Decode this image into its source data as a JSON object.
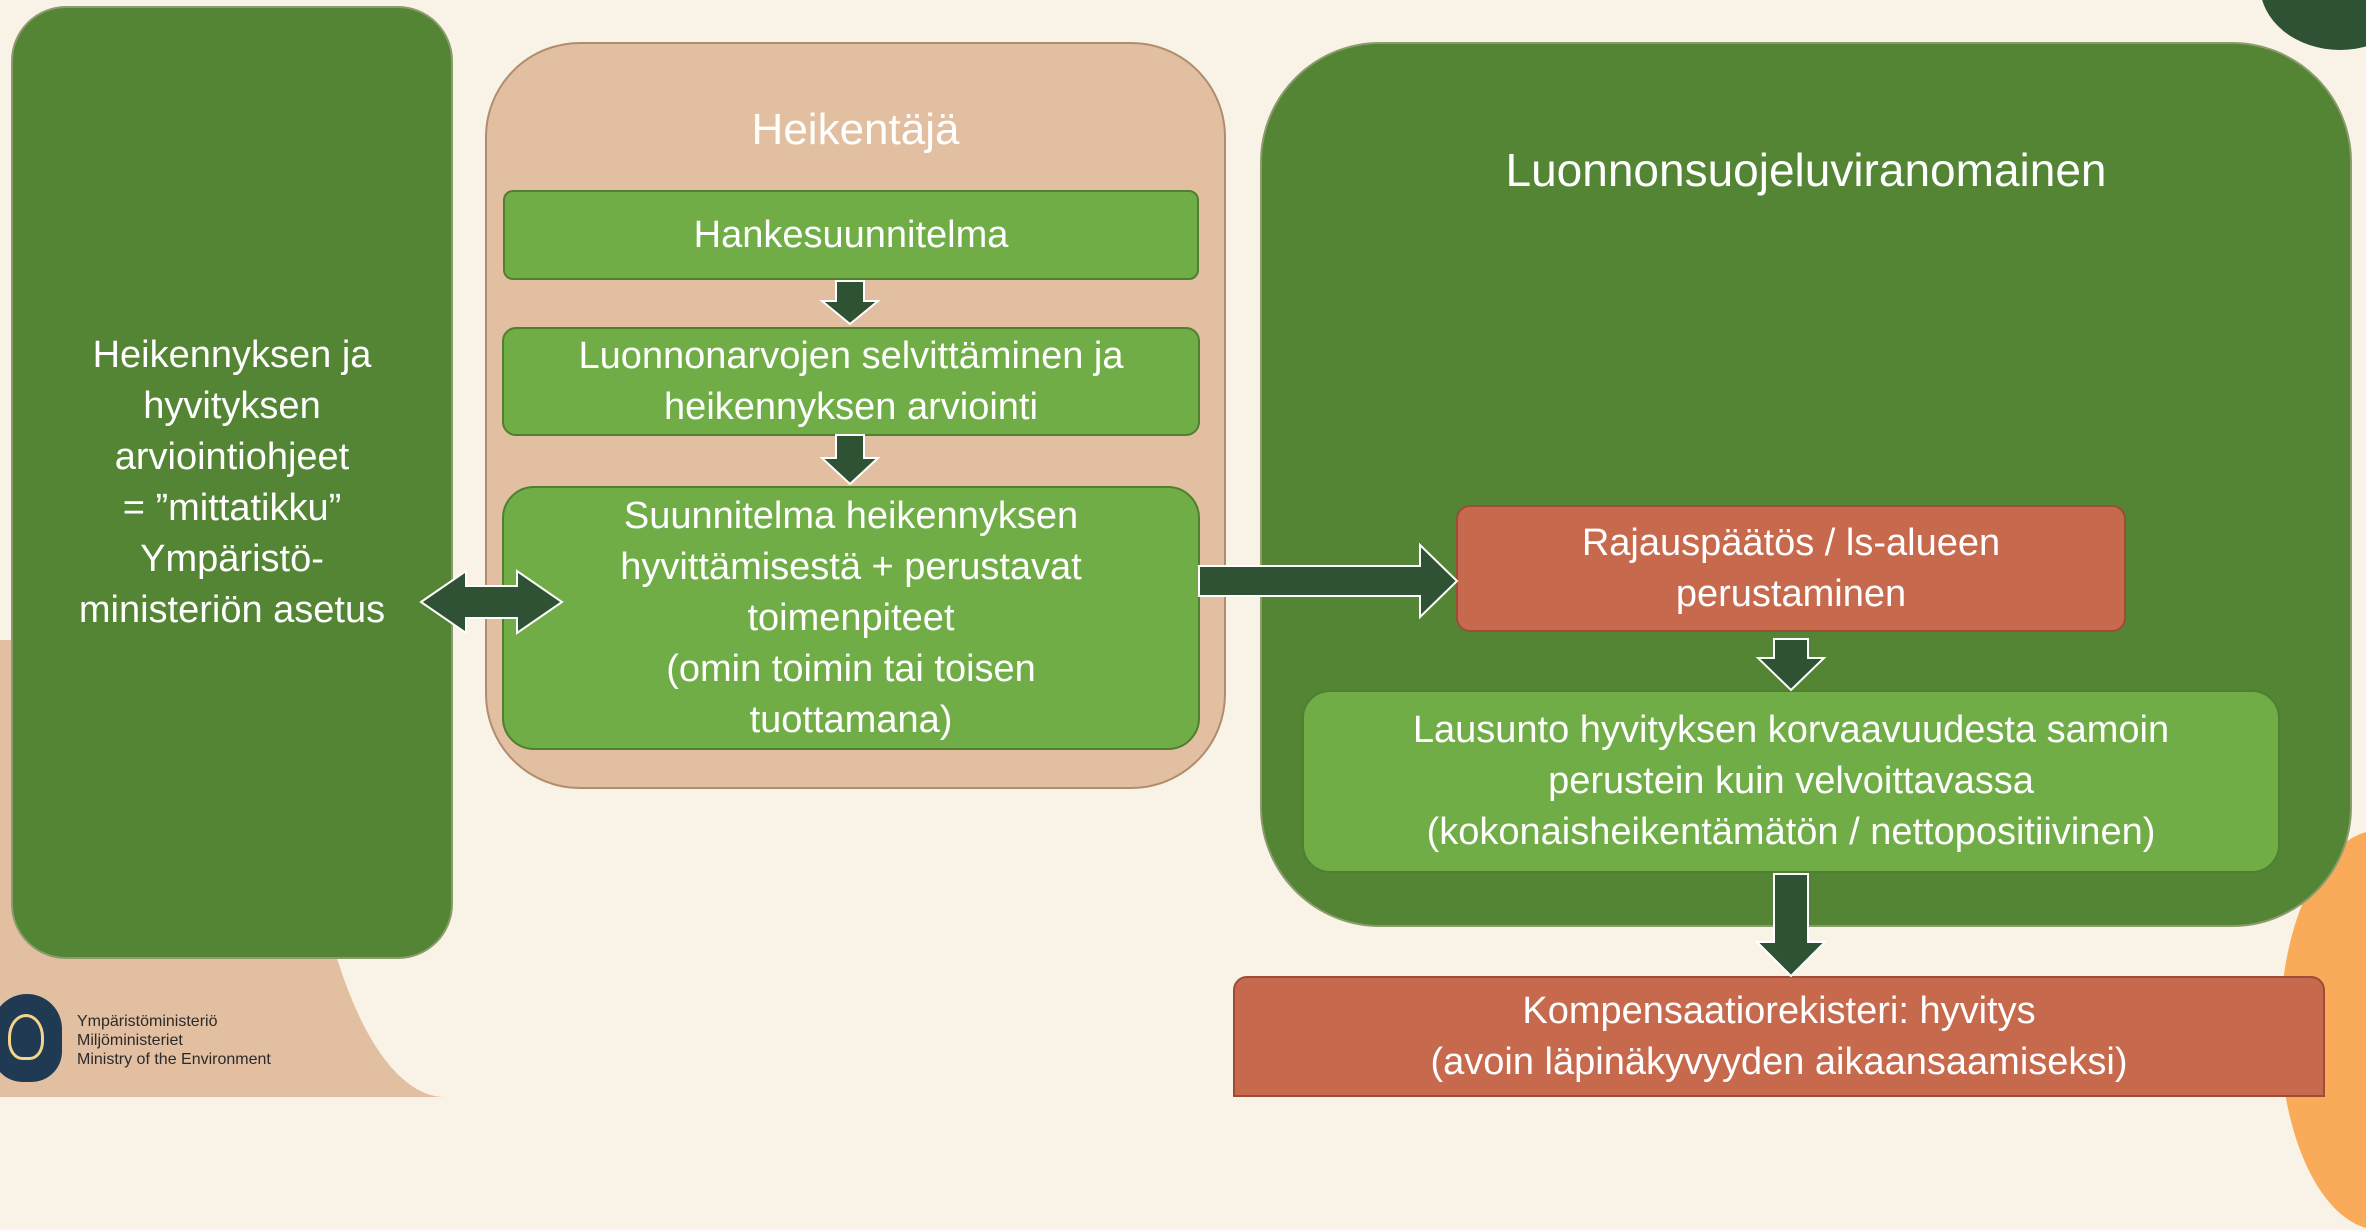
{
  "colors": {
    "background": "#f8f3e6",
    "dark_green": "#538535",
    "light_green": "#70ad47",
    "tan": "#e2bfa0",
    "orange": "#c7694d",
    "arrow": "#2e5233",
    "accent_orange": "#f9ab5a"
  },
  "left_panel": {
    "text": "Heikennyksen ja\nhyvityksen\narviointiohjeet\n= ”mittatikku”\nYmpäristö-\nministeriön asetus"
  },
  "heikentaja": {
    "title": "Heikentäjä",
    "steps": [
      "Hankesuunnitelma",
      "Luonnonarvojen selvittäminen ja\nheikennyksen arviointi",
      "Suunnitelma heikennyksen\nhyvittämisestä + perustavat\ntoimenpiteet\n(omin toimin tai toisen\ntuottamana)"
    ]
  },
  "authority": {
    "title": "Luonnonsuojeluviranomainen",
    "decision": "Rajauspäätös / ls-alueen\nperustaminen",
    "statement": "Lausunto hyvityksen korvaavuudesta samoin\nperustein kuin velvoittavassa\n(kokonaisheikentämätön / nettopositiivinen)"
  },
  "register": {
    "text": "Kompensaatiorekisteri: hyvitys\n(avoin läpinäkyvyyden aikaansaamiseksi)"
  },
  "logo": {
    "icon": "lion-crest-icon",
    "text": "Ympäristöministeriö\nMiljöministeriet\nMinistry of the Environment"
  }
}
